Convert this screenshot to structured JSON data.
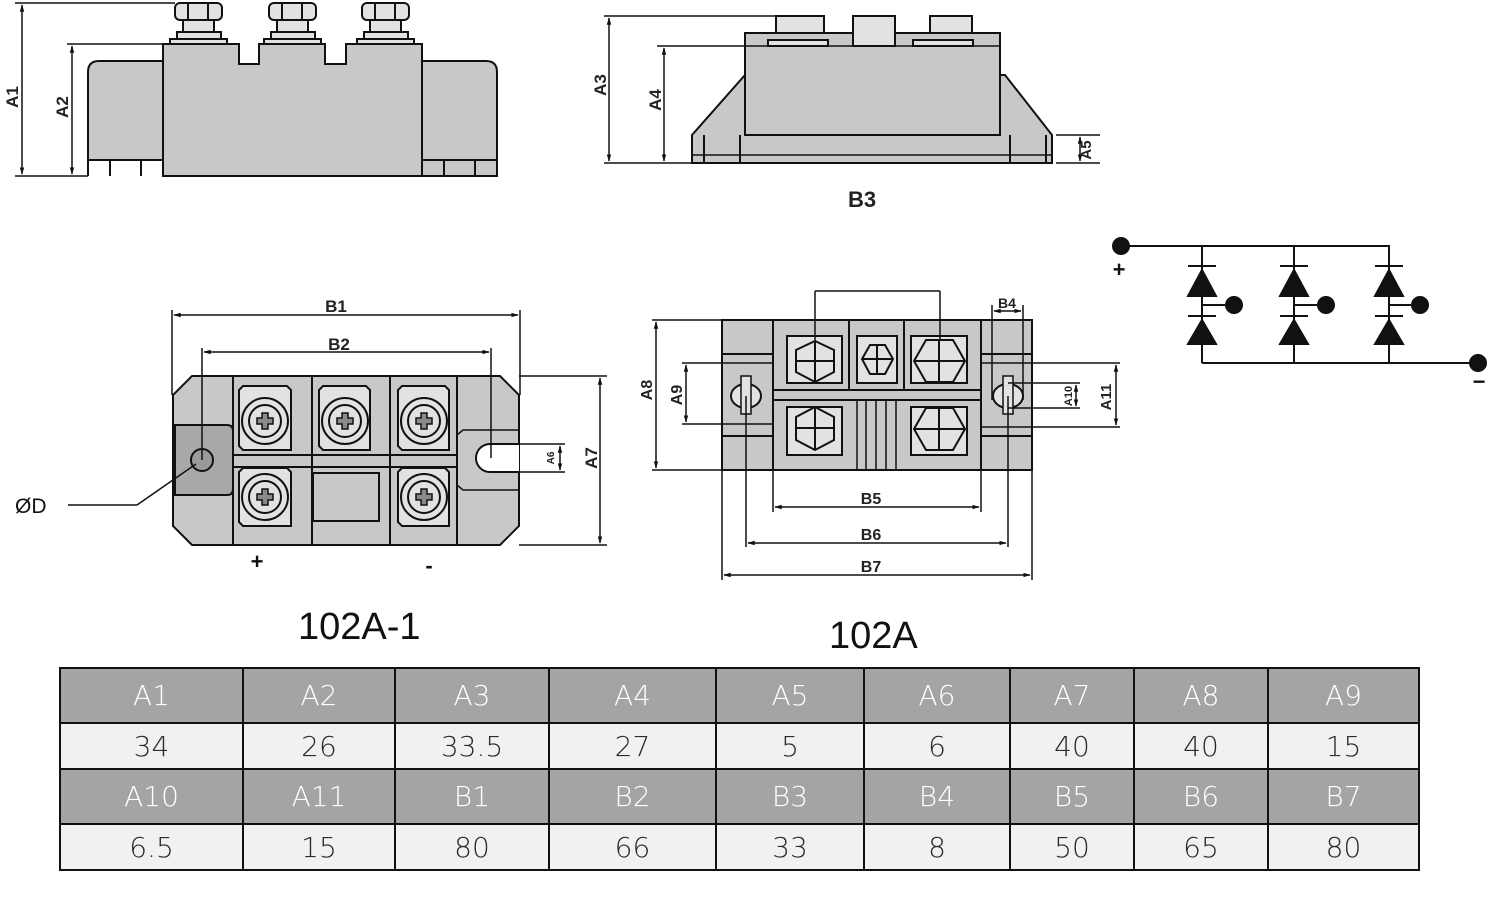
{
  "colors": {
    "body_fill": "#c8c8c8",
    "terminal_fill": "#e2e2e2",
    "line": "#111111",
    "header_bg": "#a4a4a4",
    "value_bg": "#f1f1f1"
  },
  "side_view_102a1": {
    "dims": [
      "A1",
      "A2"
    ]
  },
  "side_view_102a": {
    "dims": [
      "A3",
      "A4",
      "A5"
    ],
    "caption": "B3"
  },
  "top_view_102a1": {
    "dims": [
      "B1",
      "B2",
      "A6",
      "A7"
    ],
    "hole_label": "ØD",
    "plus_label": "+",
    "minus_label": "-"
  },
  "top_view_102a": {
    "dims": [
      "A8",
      "A9",
      "B4",
      "A10",
      "A11",
      "B5",
      "B6",
      "B7"
    ]
  },
  "schematic": {
    "plus_label": "+",
    "minus_label": "−",
    "legs": 3
  },
  "titles": {
    "model_1": "102A-1",
    "model_2": "102A"
  },
  "table": {
    "rows": [
      {
        "headers": [
          "A1",
          "A2",
          "A3",
          "A4",
          "A5",
          "A6",
          "A7",
          "A8",
          "A9"
        ],
        "values": [
          "34",
          "26",
          "33.5",
          "27",
          "5",
          "6",
          "40",
          "40",
          "15"
        ]
      },
      {
        "headers": [
          "A10",
          "A11",
          "B1",
          "B2",
          "B3",
          "B4",
          "B5",
          "B6",
          "B7"
        ],
        "values": [
          "6.5",
          "15",
          "80",
          "66",
          "33",
          "8",
          "50",
          "65",
          "80"
        ]
      }
    ]
  }
}
